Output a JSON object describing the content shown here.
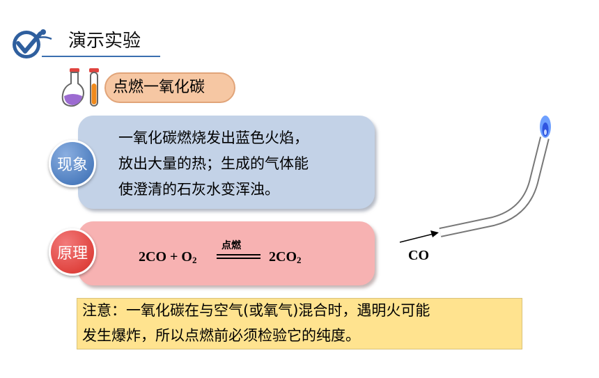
{
  "header": {
    "title": "演示实验"
  },
  "experiment": {
    "title": "点燃一氧化碳"
  },
  "phenomenon": {
    "badge": "现象",
    "lines": [
      "一氧化碳燃烧发出蓝色火焰，",
      "放出大量的热；生成的气体能",
      "使澄清的石灰水变浑浊。"
    ]
  },
  "principle": {
    "badge": "原理",
    "reactants": {
      "co": "2CO",
      "plus": " + O",
      "o2_sub": "2"
    },
    "condition": "点燃",
    "product": {
      "co2": "2CO",
      "co2_sub": "2"
    }
  },
  "apparatus": {
    "gas_label": "CO"
  },
  "note": {
    "lines": [
      "注意：一氧化碳在与空气(或氧气)混合时，遇明火可能",
      "发生爆炸，所以点燃前必须检验它的纯度。"
    ]
  },
  "colors": {
    "phenomenon_card": "#c3d2e7",
    "principle_card": "#f7b2b2",
    "note_bg": "#ffe38f",
    "subtitle_pill": "#f6c7a3",
    "badge_blue": "#4f7fc0",
    "badge_red": "#e0443f"
  }
}
